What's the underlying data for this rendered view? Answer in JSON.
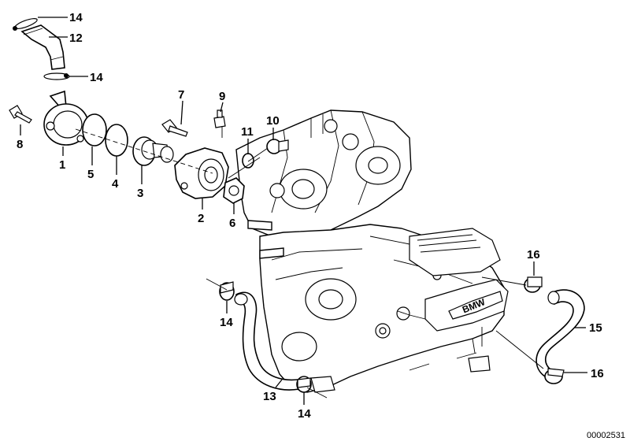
{
  "callouts": {
    "c1": "1",
    "c2": "2",
    "c3": "3",
    "c4": "4",
    "c5": "5",
    "c6": "6",
    "c7": "7",
    "c8": "8",
    "c9": "9",
    "c10": "10",
    "c11": "11",
    "c12": "12",
    "c13": "13",
    "c14_top": "14",
    "c14_upper": "14",
    "c14_left": "14",
    "c14_bottom": "14",
    "c15": "15",
    "c16_top": "16",
    "c16_bottom": "16"
  },
  "engine_badge": "BMW",
  "reference_number": "00002531"
}
